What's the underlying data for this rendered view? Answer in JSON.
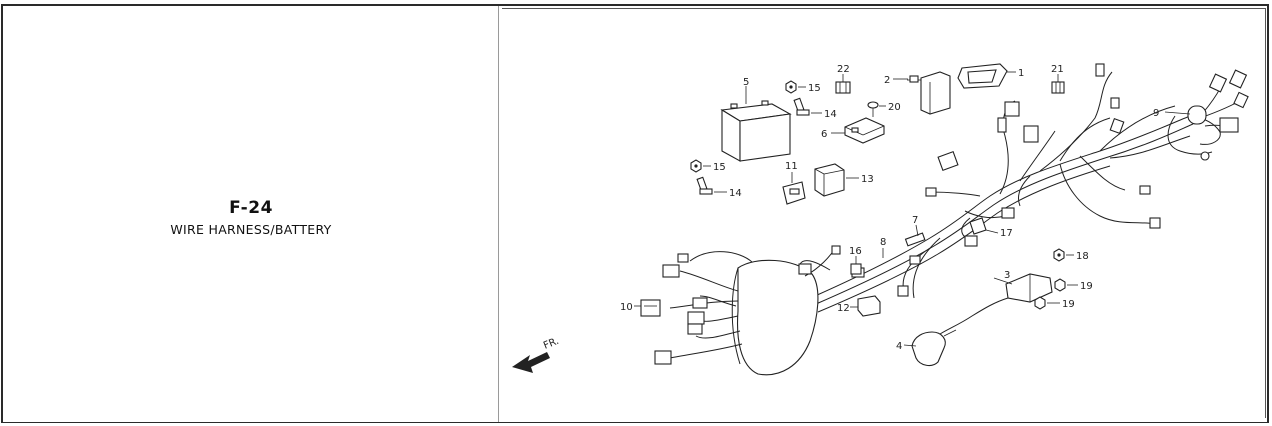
{
  "header": {
    "code": "F-24",
    "title": "WIRE HARNESS/BATTERY"
  },
  "diagram": {
    "front_label": "FR.",
    "callouts": {
      "c1": "1",
      "c2": "2",
      "c3": "3",
      "c4": "4",
      "c5": "5",
      "c6": "6",
      "c7": "7",
      "c8": "8",
      "c9": "9",
      "c10": "10",
      "c11": "11",
      "c12": "12",
      "c13": "13",
      "c14a": "14",
      "c14b": "14",
      "c15a": "15",
      "c15b": "15",
      "c16": "16",
      "c17": "17",
      "c18": "18",
      "c19a": "19",
      "c19b": "19",
      "c20": "20",
      "c21": "21",
      "c22": "22"
    }
  }
}
